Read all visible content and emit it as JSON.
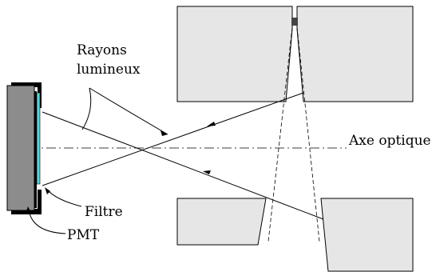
{
  "labels": {
    "rays_line1": "Rayons",
    "rays_line2": "lumineux",
    "optical_axis": "Axe optique",
    "filter": "Filtre",
    "pmt": "PMT"
  },
  "colors": {
    "block_fill": "#e6e6e6",
    "pmt_body": "#8c8c8c",
    "filter_cyan": "#55d4e0",
    "stroke": "#000000"
  }
}
